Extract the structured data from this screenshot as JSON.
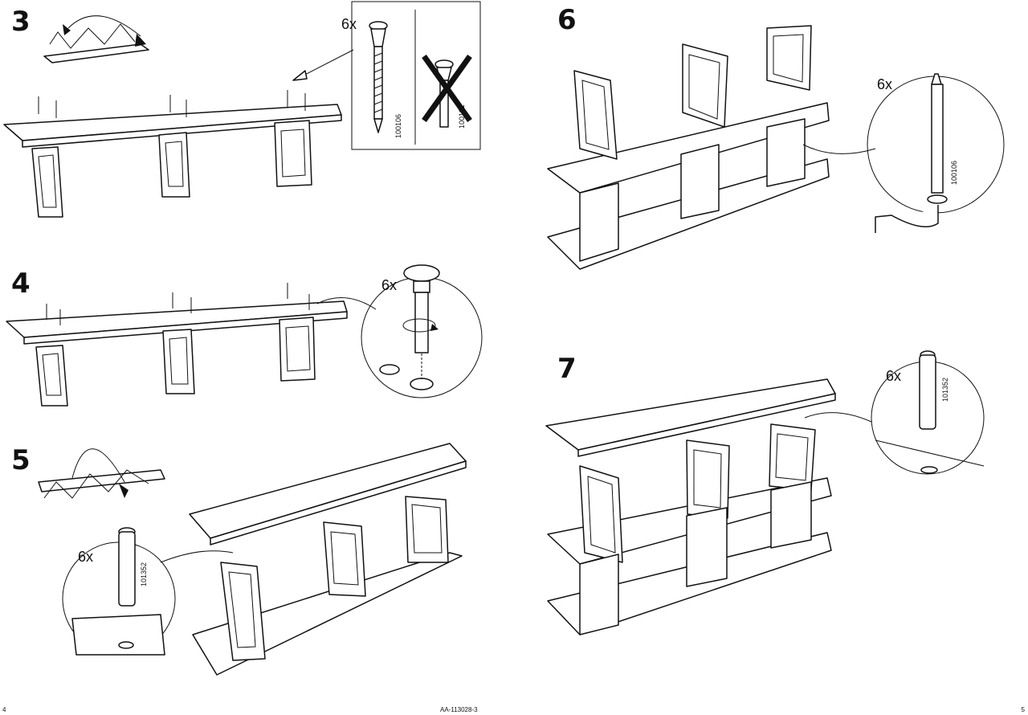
{
  "steps": [
    {
      "number": "3",
      "qty": "6x",
      "part_a": "100106",
      "part_b": "100101"
    },
    {
      "number": "4",
      "qty": "6x"
    },
    {
      "number": "5",
      "qty": "6x",
      "part": "101352"
    },
    {
      "number": "6",
      "qty": "6x",
      "part": "100106"
    },
    {
      "number": "7",
      "qty": "6x",
      "part": "101352"
    }
  ],
  "footer": {
    "page_left": "4",
    "doc_id": "AA-113028-3",
    "page_right": "5"
  }
}
